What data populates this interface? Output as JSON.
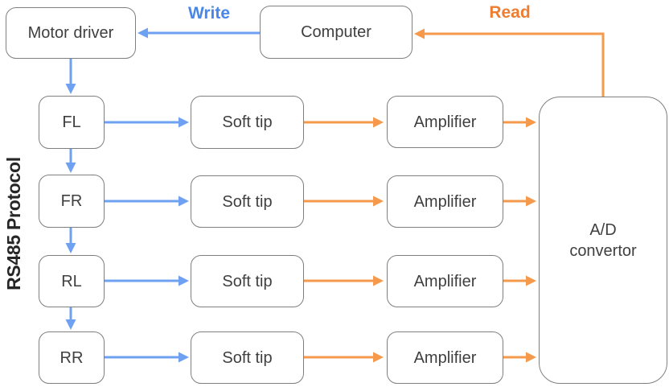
{
  "diagram": {
    "write_label": "Write",
    "read_label": "Read",
    "side_label": "RS485 Protocol",
    "nodes": {
      "motor_driver": "Motor driver",
      "computer": "Computer",
      "ad_line1": "A/D",
      "ad_line2": "convertor"
    },
    "rows": [
      {
        "wheel": "FL",
        "sensor": "Soft tip",
        "amplifier": "Amplifier"
      },
      {
        "wheel": "FR",
        "sensor": "Soft tip",
        "amplifier": "Amplifier"
      },
      {
        "wheel": "RL",
        "sensor": "Soft tip",
        "amplifier": "Amplifier"
      },
      {
        "wheel": "RR",
        "sensor": "Soft tip",
        "amplifier": "Amplifier"
      }
    ],
    "colors": {
      "blue_arrow": "#6FA1F2",
      "blue_label": "#4A86E8",
      "orange_arrow": "#F59A4C",
      "orange_label": "#ED7D31",
      "box_border": "#7F7F7F",
      "box_text": "#3F3F3F",
      "side_text": "#262626"
    }
  }
}
